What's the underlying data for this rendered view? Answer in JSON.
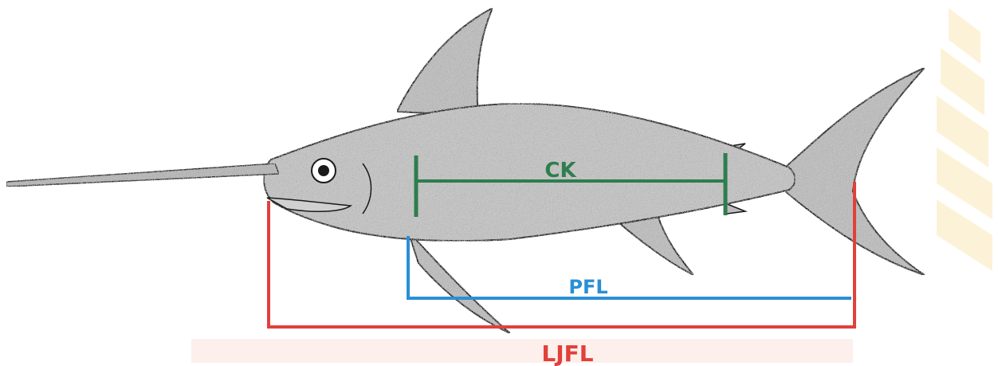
{
  "labels": {
    "ck": "CK",
    "pfl": "PFL",
    "ljfl": "LJFL"
  },
  "colors": {
    "ck": "#2e7d4f",
    "pfl": "#2a8fd6",
    "ljfl": "#e0413a",
    "fish_body": "#c9c9c9",
    "fish_outline": "#1a1a1a",
    "watermark": "#f2c94c"
  },
  "icons": {
    "subject": "swordfish-illustration",
    "background": "watermark-logo"
  }
}
